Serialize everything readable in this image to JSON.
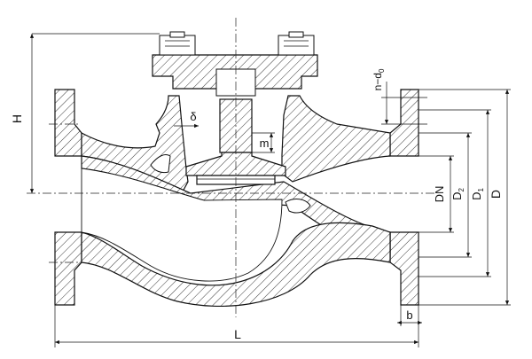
{
  "drawing": {
    "title": "",
    "labels": {
      "H": "H",
      "n_d0": "n−d",
      "n_d0_sub": "0",
      "delta": "δ",
      "m": "m",
      "DN": "DN",
      "D2": "D",
      "D2_sub": "2",
      "D1": "D",
      "D1_sub": "1",
      "D": "D",
      "L": "L",
      "b": "b"
    }
  }
}
